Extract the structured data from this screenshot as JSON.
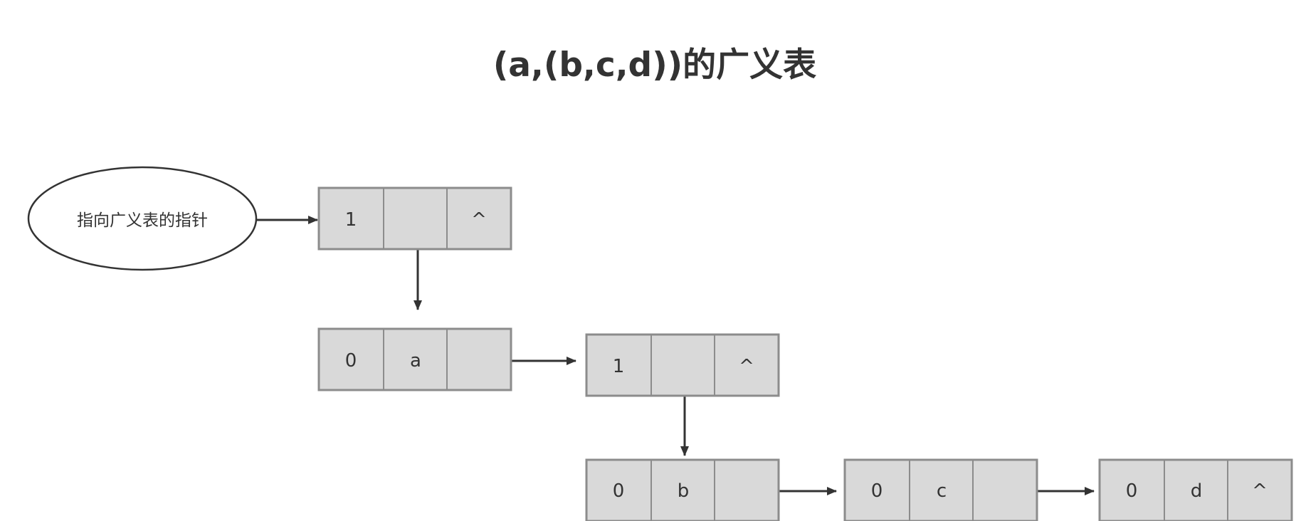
{
  "title": "(a,(b,c,d))的广义表",
  "head_pointer_label": "指向广义表的指针",
  "nodes": [
    {
      "id": "n1",
      "cells": [
        "1",
        "",
        "^"
      ]
    },
    {
      "id": "n2",
      "cells": [
        "0",
        "a",
        ""
      ]
    },
    {
      "id": "n3",
      "cells": [
        "1",
        "",
        "^"
      ]
    },
    {
      "id": "n4",
      "cells": [
        "0",
        "b",
        ""
      ]
    },
    {
      "id": "n5",
      "cells": [
        "0",
        "c",
        ""
      ]
    },
    {
      "id": "n6",
      "cells": [
        "0",
        "d",
        "^"
      ]
    }
  ],
  "edges": [
    {
      "from": "head-pointer",
      "to": "n1"
    },
    {
      "from": "n1",
      "to": "n2"
    },
    {
      "from": "n2",
      "to": "n3"
    },
    {
      "from": "n3",
      "to": "n4"
    },
    {
      "from": "n4",
      "to": "n5"
    },
    {
      "from": "n5",
      "to": "n6"
    }
  ],
  "colors": {
    "node_fill": "#d9d9d9",
    "node_border": "#8c8c8c",
    "text": "#333333",
    "arrow": "#333333"
  }
}
